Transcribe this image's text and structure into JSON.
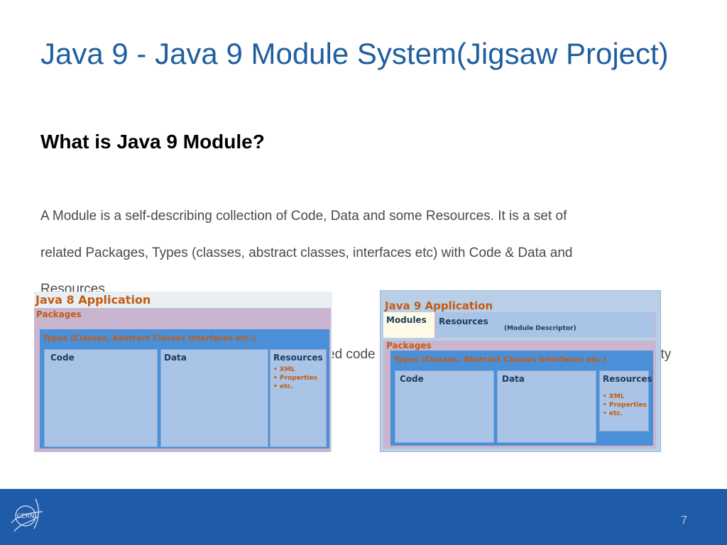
{
  "slide": {
    "title": "Java 9 - Java 9 Module System(Jigsaw Project)",
    "subtitle": "What is Java 9 Module?",
    "body_lines": [
      "A Module is a self-describing collection of Code, Data and some Resources. It is a set of",
      "related Packages, Types (classes, abstract classes, interfaces etc) with Code & Data and",
      "Resources."
    ],
    "obscured_fragments": [
      "ed code",
      "lity"
    ],
    "page_number": "7"
  },
  "java8_diagram": {
    "title": "Java 8 Application",
    "packages": "Packages",
    "types": "Types (Classes, Abstract Classes Interfaces etc.)",
    "code": "Code",
    "data": "Data",
    "resources": "Resources",
    "resource_items": [
      "• XML",
      "• Properties",
      "• etc."
    ]
  },
  "java9_diagram": {
    "title": "Java 9 Application",
    "modules": "Modules",
    "module_resources": "Resources",
    "module_descriptor": "(Module Descriptor)",
    "packages": "Packages",
    "types": "Types (Classes, Abstract Classes Interfaces etc.)",
    "code": "Code",
    "data": "Data",
    "resources": "Resources",
    "resource_items": [
      "• XML",
      "• Properties",
      "• etc."
    ]
  },
  "footer": {
    "logo_text": "CERN",
    "color": "#1e5ba8"
  }
}
